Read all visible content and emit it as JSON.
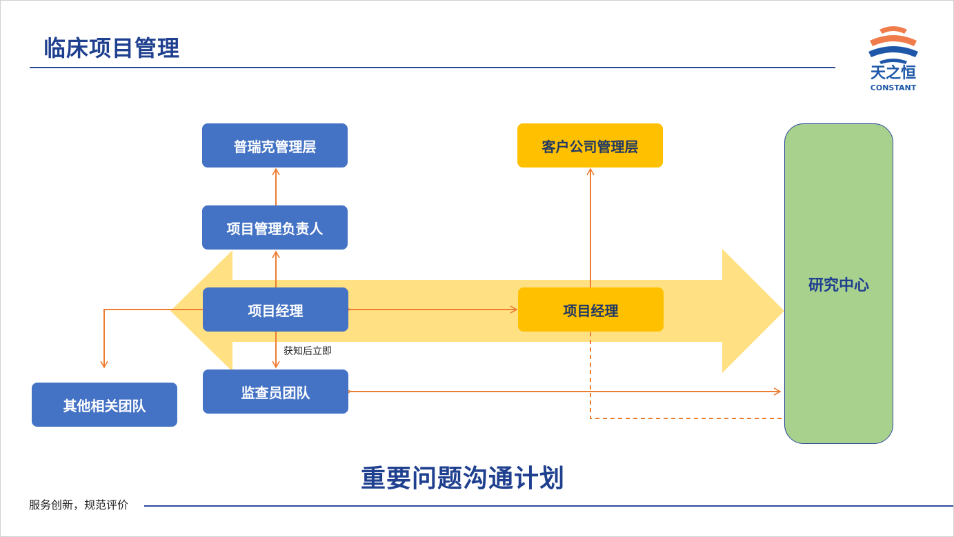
{
  "title": "临床项目管理",
  "logo": {
    "cn": "天之恒",
    "en": "CONSTANT"
  },
  "nodes": {
    "prk_management": "普瑞克管理层",
    "pm_lead": "项目管理负责人",
    "pm_left": "项目经理",
    "monitor_team": "监查员团队",
    "other_teams": "其他相关团队",
    "client_management": "客户公司管理层",
    "pm_right": "项目经理",
    "research_center": "研究中心"
  },
  "edge_label": "获知后立即",
  "subtitle": "重要问题沟通计划",
  "footer": "服务创新，规范评价",
  "colors": {
    "blue_box": "#4472c4",
    "gold_box": "#ffc000",
    "green_box": "#a9d18e",
    "arrow_band": "#ffe082",
    "connector": "#ed7d31",
    "title": "#1f3f8f"
  }
}
